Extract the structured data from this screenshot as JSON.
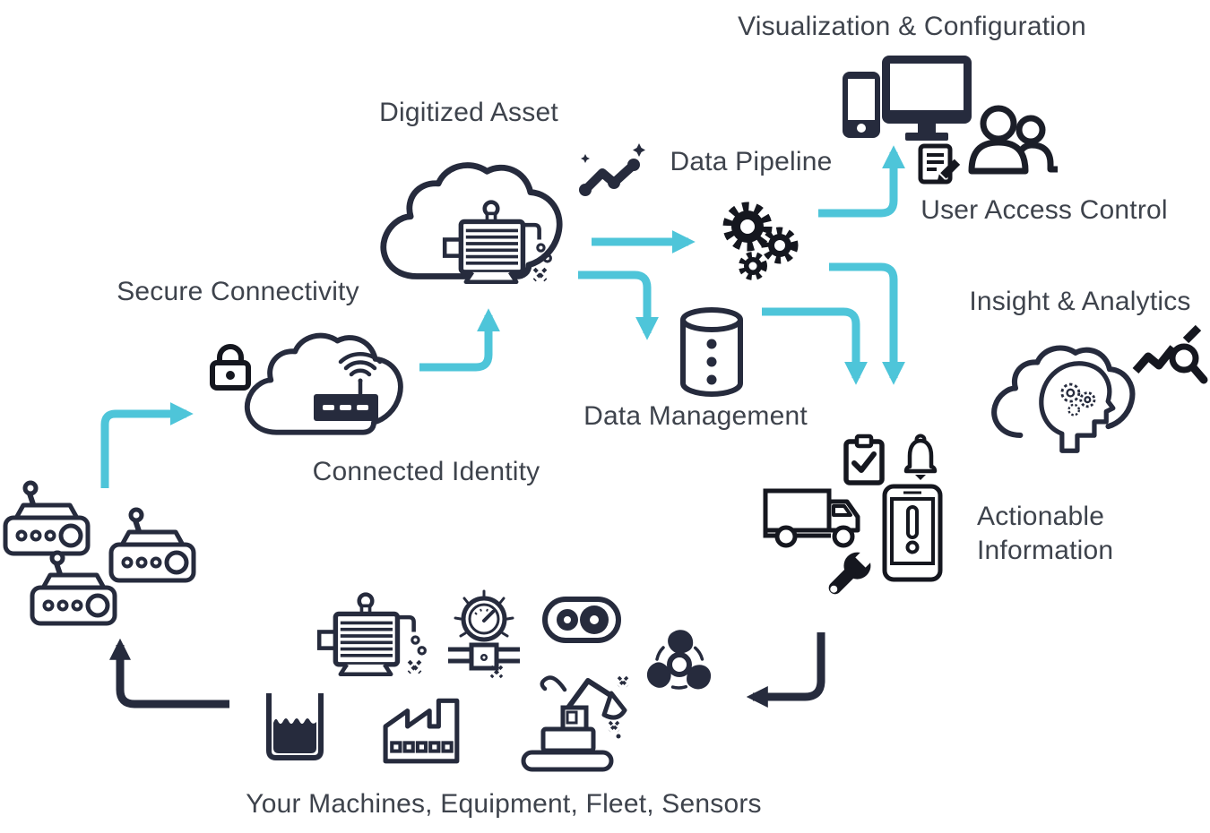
{
  "diagram_title": "IoT platform data flow diagram",
  "colors": {
    "accent_teal": "#4EC5D9",
    "ink_navy": "#262B3D",
    "icon_black": "#15171F",
    "label_text": "#3E434C",
    "background": "#FFFFFF"
  },
  "labels": {
    "visualization": "Visualization & Configuration",
    "digitized_asset": "Digitized Asset",
    "data_pipeline": "Data Pipeline",
    "user_access": "User Access Control",
    "secure_connectivity": "Secure Connectivity",
    "insight_analytics": "Insight & Analytics",
    "connected_identity": "Connected Identity",
    "data_management": "Data Management",
    "actionable_information": "Actionable Information",
    "your_machines": "Your Machines, Equipment, Fleet, Sensors"
  },
  "icons": [
    "monitor-phone-icon",
    "users-icon",
    "document-edit-icon",
    "sparkline-icon",
    "gears-icon",
    "cloud-asset-icon",
    "motor-icon",
    "padlock-icon",
    "cloud-router-icon",
    "database-icon",
    "cloud-brain-icon",
    "chart-magnifier-icon",
    "clipboard-check-icon",
    "bell-icon",
    "truck-icon",
    "phone-alert-icon",
    "wrench-icon",
    "iot-device-icon",
    "gauge-valve-icon",
    "rollers-icon",
    "tank-icon",
    "factory-icon",
    "excavator-icon",
    "fan-icon"
  ],
  "flows": [
    "devices to secure connectivity",
    "connected identity to digitized asset",
    "digitized asset to data pipeline",
    "digitized asset to data management",
    "data pipeline to visualization",
    "data pipeline to actionable information",
    "data management to actionable information",
    "actionable information to machines",
    "machines to devices"
  ]
}
